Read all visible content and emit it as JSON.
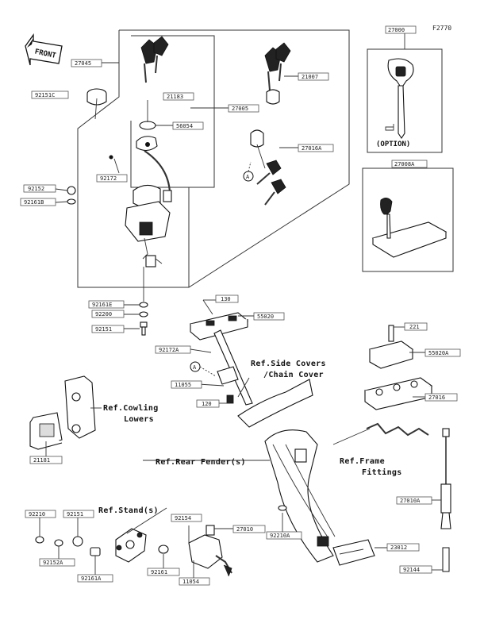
{
  "figure_code": "F2770",
  "front_label": "FRONT",
  "option_label": "(OPTION)",
  "part_labels": {
    "p27000": "27000",
    "p27045": "27045",
    "p92151C": "92151C",
    "p21183": "21183",
    "p56054": "56054",
    "p21007": "21007",
    "p27005": "27005",
    "p27016A": "27016A",
    "p27008A": "27008A",
    "p92172": "92172",
    "p92152": "92152",
    "p92161B": "92161B",
    "p92161E": "92161E",
    "p92200": "92200",
    "p92151": "92151",
    "p130": "130",
    "p55020": "55020",
    "p92172A": "92172A",
    "p221": "221",
    "p55020A": "55020A",
    "p11055": "11055",
    "p120": "120",
    "p27016": "27016",
    "p21181": "21181",
    "p92210": "92210",
    "p92151b": "92151",
    "p92152A": "92152A",
    "p92154": "92154",
    "p27010": "27010",
    "p92210A": "92210A",
    "p92161A": "92161A",
    "p92161": "92161",
    "p11054": "11054",
    "p23012": "23012",
    "p27010A": "27010A",
    "p92144": "92144"
  },
  "callouts": {
    "a1": "A",
    "a2": "A"
  },
  "references": {
    "side_covers_1": "Ref.Side Covers",
    "side_covers_2": "/Chain Cover",
    "cowling_1": "Ref.Cowling",
    "cowling_2": "Lowers",
    "rear_fender": "Ref.Rear Fender(s)",
    "frame_1": "Ref.Frame",
    "frame_2": "Fittings",
    "stand": "Ref.Stand(s)"
  }
}
